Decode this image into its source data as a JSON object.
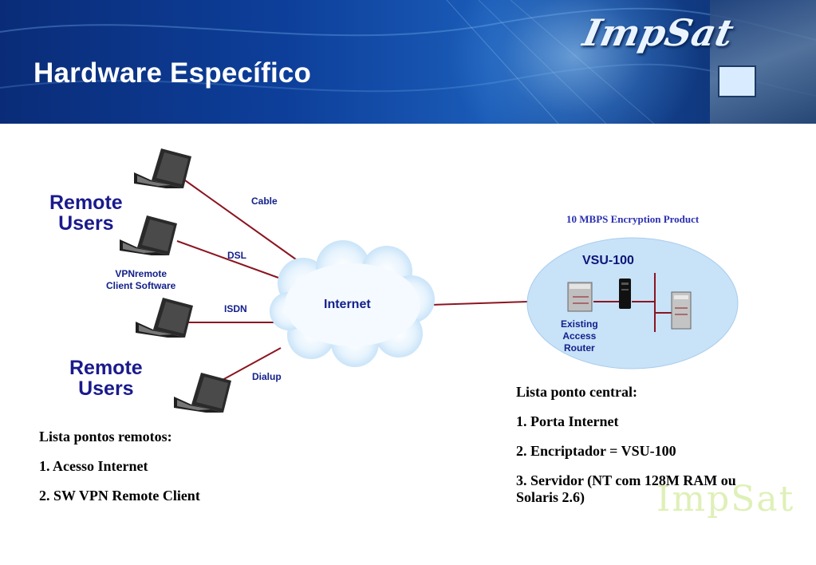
{
  "slide": {
    "title": "Hardware Específico",
    "logo": "ImpSat",
    "watermark": "ImpSat"
  },
  "diagram": {
    "remote_users_top": [
      "Remote",
      "Users"
    ],
    "remote_users_bottom": [
      "Remote",
      "Users"
    ],
    "client_software": [
      "VPNremote",
      "Client Software"
    ],
    "connections": [
      "Cable",
      "DSL",
      "ISDN",
      "Dialup"
    ],
    "cloud_label": "Internet",
    "encryption_product": "10 MBPS Encryption Product",
    "vsu_label": "VSU-100",
    "router_label": [
      "Existing",
      "Access",
      "Router"
    ],
    "line_color": "#8b1520",
    "cloud_color": "#cfe6fb",
    "ellipse_color": "#c8e2f8"
  },
  "lists": {
    "remote_points": {
      "heading": "Lista pontos remotos:",
      "items": [
        "1. Acesso Internet",
        "2. SW VPN Remote Client"
      ]
    },
    "central_point": {
      "heading": "Lista ponto central:",
      "items": [
        "1. Porta Internet",
        "2. Encriptador = VSU-100",
        "3. Servidor (NT com 128M RAM ou",
        "Solaris 2.6)"
      ]
    }
  }
}
